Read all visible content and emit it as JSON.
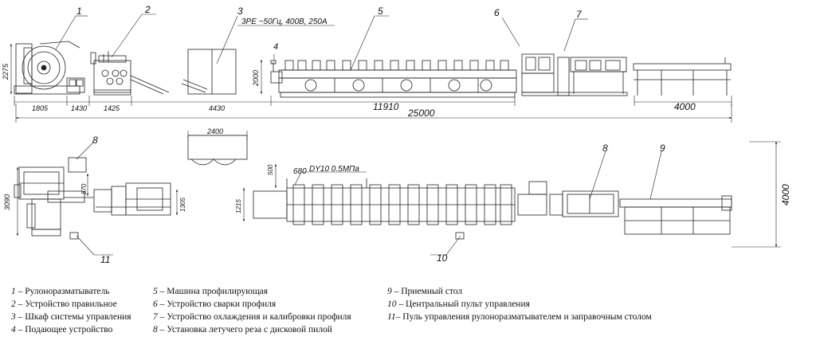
{
  "callouts": [
    "1",
    "2",
    "3",
    "4",
    "5",
    "6",
    "7",
    "8",
    "9",
    "10",
    "11"
  ],
  "power_note": "3PE ~50Гц, 400В, 250А",
  "air_note": "DY10  0.5МПа",
  "air_code": "680",
  "dims_top": {
    "h_left": "2275",
    "h_mid": "2000",
    "seg1": "1805",
    "seg2": "1430",
    "seg3": "1425",
    "seg4": "4430",
    "seg5": "11910",
    "seg6": "4000",
    "total": "25000"
  },
  "dims_bottom": {
    "h_left": "3090",
    "h_870": "870",
    "h_1305": "1305",
    "h_1215": "1215",
    "w_2400": "2400",
    "h_500": "500",
    "h_right": "4000"
  },
  "legend": [
    {
      "num": "1 –",
      "text": "Рулоноразматыватель"
    },
    {
      "num": "2 –",
      "text": "Устройство правильное"
    },
    {
      "num": "3 –",
      "text": "Шкаф системы управления"
    },
    {
      "num": "4 –",
      "text": "Подающее устройство"
    },
    {
      "num": "5 –",
      "text": "Машина профилирующая"
    },
    {
      "num": "6 –",
      "text": "Устройство сварки профиля"
    },
    {
      "num": "7 –",
      "text": "Устройство охлаждения и калибровки профиля"
    },
    {
      "num": "8 –",
      "text": "Установка летучего реза с дисковой пилой"
    },
    {
      "num": "9 –",
      "text": "Приемный стол"
    },
    {
      "num": "10 –",
      "text": "Центральный пульт управления"
    },
    {
      "num": "11–",
      "text": "Пуль управления рулоноразматывателем и заправочным столом"
    }
  ]
}
